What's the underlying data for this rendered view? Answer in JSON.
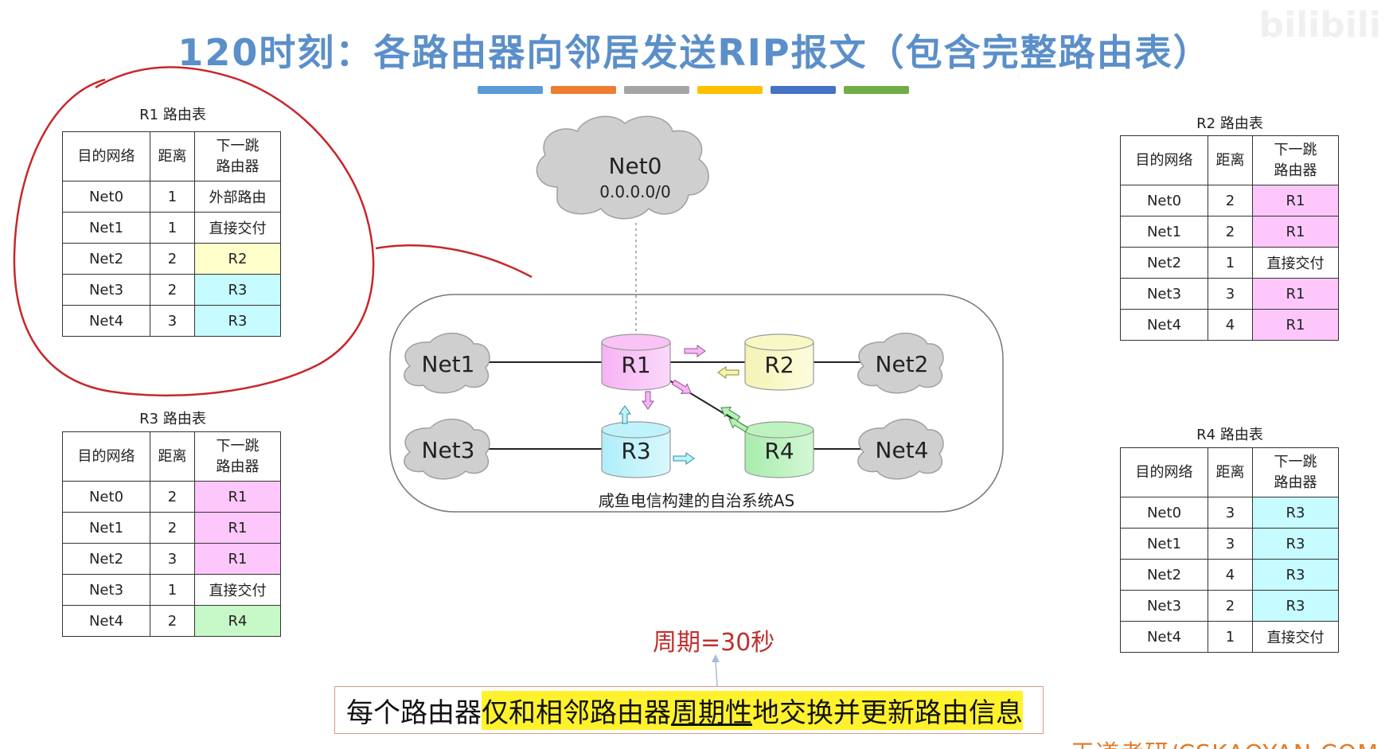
{
  "title": "120时刻：各路由器向邻居发送RIP报文（包含完整路由表）",
  "watermark": "bilibili",
  "title_bar_colors": [
    "#5b9bd5",
    "#ed7d31",
    "#a5a5a5",
    "#ffc000",
    "#4472c4",
    "#70ad47"
  ],
  "table_headers": {
    "dest": "目的网络",
    "dist": "距离",
    "next_line1": "下一跳",
    "next_line2": "路由器"
  },
  "cell_colors": {
    "R1": "#fdc7fb",
    "R2": "#ffffcc",
    "R3": "#c6fbff",
    "R4": "#c7f8c7",
    "none": "#ffffff"
  },
  "tables": {
    "r1": {
      "caption": "R1 路由表",
      "rows": [
        {
          "net": "Net0",
          "dist": "1",
          "next": "外部路由",
          "color": "none"
        },
        {
          "net": "Net1",
          "dist": "1",
          "next": "直接交付",
          "color": "none"
        },
        {
          "net": "Net2",
          "dist": "2",
          "next": "R2",
          "color": "R2"
        },
        {
          "net": "Net3",
          "dist": "2",
          "next": "R3",
          "color": "R3"
        },
        {
          "net": "Net4",
          "dist": "3",
          "next": "R3",
          "color": "R3"
        }
      ]
    },
    "r2": {
      "caption": "R2 路由表",
      "rows": [
        {
          "net": "Net0",
          "dist": "2",
          "next": "R1",
          "color": "R1"
        },
        {
          "net": "Net1",
          "dist": "2",
          "next": "R1",
          "color": "R1"
        },
        {
          "net": "Net2",
          "dist": "1",
          "next": "直接交付",
          "color": "none"
        },
        {
          "net": "Net3",
          "dist": "3",
          "next": "R1",
          "color": "R1"
        },
        {
          "net": "Net4",
          "dist": "4",
          "next": "R1",
          "color": "R1"
        }
      ]
    },
    "r3": {
      "caption": "R3 路由表",
      "rows": [
        {
          "net": "Net0",
          "dist": "2",
          "next": "R1",
          "color": "R1"
        },
        {
          "net": "Net1",
          "dist": "2",
          "next": "R1",
          "color": "R1"
        },
        {
          "net": "Net2",
          "dist": "3",
          "next": "R1",
          "color": "R1"
        },
        {
          "net": "Net3",
          "dist": "1",
          "next": "直接交付",
          "color": "none"
        },
        {
          "net": "Net4",
          "dist": "2",
          "next": "R4",
          "color": "R4"
        }
      ]
    },
    "r4": {
      "caption": "R4 路由表",
      "rows": [
        {
          "net": "Net0",
          "dist": "3",
          "next": "R3",
          "color": "R3"
        },
        {
          "net": "Net1",
          "dist": "3",
          "next": "R3",
          "color": "R3"
        },
        {
          "net": "Net2",
          "dist": "4",
          "next": "R3",
          "color": "R3"
        },
        {
          "net": "Net3",
          "dist": "2",
          "next": "R3",
          "color": "R3"
        },
        {
          "net": "Net4",
          "dist": "1",
          "next": "直接交付",
          "color": "none"
        }
      ]
    }
  },
  "diagram": {
    "net0_name": "Net0",
    "net0_addr": "0.0.0.0/0",
    "as_label": "咸鱼电信构建的自治系统AS",
    "nets": {
      "net1": "Net1",
      "net2": "Net2",
      "net3": "Net3",
      "net4": "Net4"
    },
    "routers": {
      "r1": "R1",
      "r2": "R2",
      "r3": "R3",
      "r4": "R4"
    }
  },
  "cycle_label": "周期=30秒",
  "bottom_text": {
    "part1": "每个路由器",
    "part2": "仅和相邻",
    "part3": " 路由器",
    "part4": "周期性",
    "part5": "地交换并更新路由信息"
  },
  "footer_brand": "王道考研/CSKAOYAN.COM"
}
